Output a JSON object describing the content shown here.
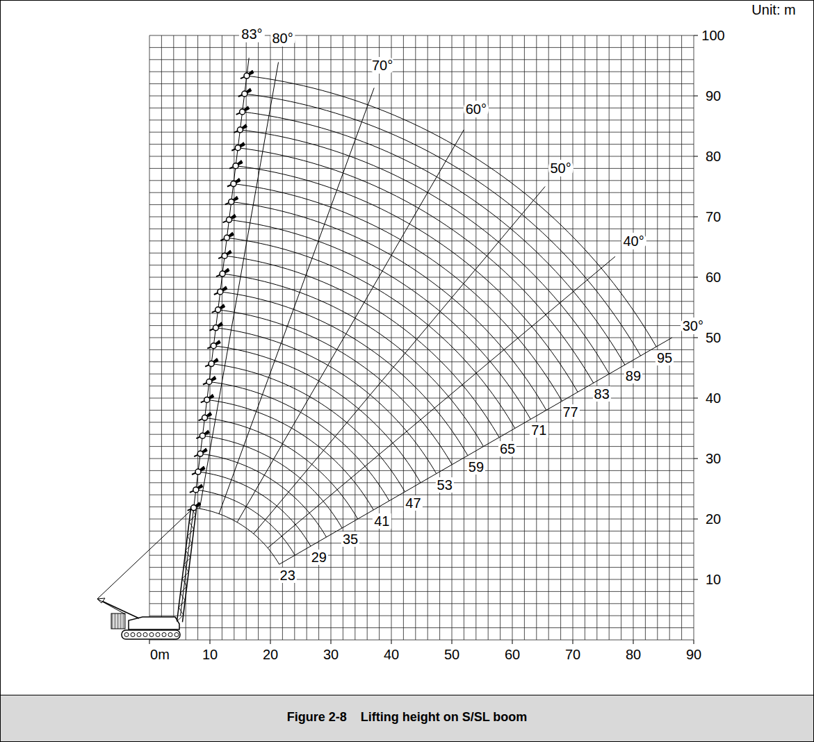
{
  "diagram": {
    "caption": "Figure 2-8    Lifting height on S/SL boom",
    "labels": [
      "Unit: m",
      "83°",
      "80°",
      "70°",
      "60°",
      "50°",
      "40°",
      "30°",
      "23",
      "29",
      "35",
      "41",
      "47",
      "53",
      "59",
      "65",
      "71",
      "77",
      "83",
      "89",
      "95",
      "0m",
      "10",
      "20",
      "30",
      "40",
      "50",
      "60",
      "70",
      "80",
      "90",
      "10",
      "20",
      "30",
      "40",
      "50",
      "60",
      "70",
      "80",
      "90",
      "100"
    ]
  }
}
